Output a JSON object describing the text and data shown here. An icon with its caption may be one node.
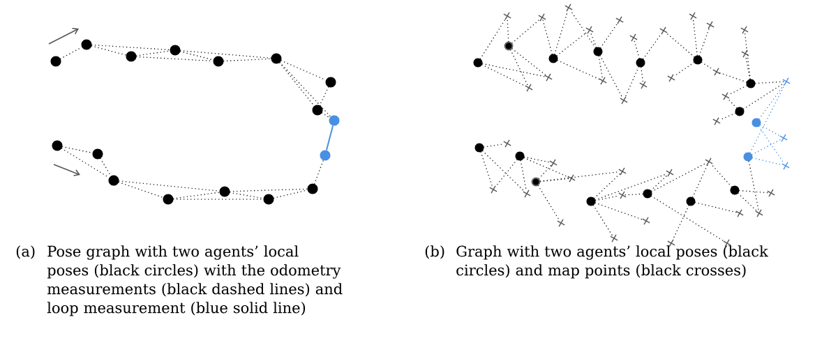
{
  "diagram": {
    "nodes": [
      {
        "text": [],
        "shape": "circle"
      },
      {
        "text": [],
        "shape": "circle"
      },
      {
        "text": [],
        "shape": "circle"
      },
      {
        "text": [],
        "shape": "circle"
      },
      {
        "text": [],
        "shape": "circle"
      },
      {
        "text": [],
        "shape": "circle"
      },
      {
        "text": [],
        "shape": "circle"
      },
      {
        "text": [],
        "shape": "circle"
      },
      {
        "text": [],
        "shape": "circle"
      },
      {
        "text": [],
        "shape": "circle"
      },
      {
        "text": [],
        "shape": "circle"
      },
      {
        "text": [],
        "shape": "circle"
      },
      {
        "text": [],
        "shape": "circle"
      },
      {
        "text": [],
        "shape": "circle"
      },
      {
        "text": [],
        "shape": "circle"
      },
      {
        "text": [],
        "shape": "circle"
      },
      {
        "text": [],
        "shape": "circle"
      },
      {
        "text": [],
        "shape": "circle"
      },
      {
        "text": [],
        "shape": "ring"
      },
      {
        "text": [],
        "shape": "circle"
      },
      {
        "text": [],
        "shape": "circle"
      },
      {
        "text": [],
        "shape": "circle"
      },
      {
        "text": [],
        "shape": "circle"
      },
      {
        "text": [],
        "shape": "circle"
      },
      {
        "text": [],
        "shape": "circle"
      },
      {
        "text": [],
        "shape": "circle"
      },
      {
        "text": [],
        "shape": "circle"
      },
      {
        "text": [],
        "shape": "circle"
      },
      {
        "text": [],
        "shape": "circle"
      },
      {
        "text": [],
        "shape": "ring"
      },
      {
        "text": [],
        "shape": "circle"
      },
      {
        "text": [],
        "shape": "circle"
      },
      {
        "text": [],
        "shape": "circle"
      },
      {
        "text": [],
        "shape": "circle"
      },
      {
        "text": [],
        "shape": "cross"
      },
      {
        "text": [],
        "shape": "cross"
      },
      {
        "text": [],
        "shape": "cross"
      },
      {
        "text": [],
        "shape": "cross"
      },
      {
        "text": [],
        "shape": "cross"
      },
      {
        "text": [],
        "shape": "cross"
      },
      {
        "text": [],
        "shape": "cross"
      },
      {
        "text": [],
        "shape": "cross"
      },
      {
        "text": [],
        "shape": "cross"
      },
      {
        "text": [],
        "shape": "cross"
      },
      {
        "text": [],
        "shape": "cross"
      },
      {
        "text": [],
        "shape": "cross"
      },
      {
        "text": [],
        "shape": "cross"
      },
      {
        "text": [],
        "shape": "cross"
      },
      {
        "text": [],
        "shape": "cross"
      },
      {
        "text": [],
        "shape": "cross"
      },
      {
        "text": [],
        "shape": "cross"
      },
      {
        "text": [],
        "shape": "cross"
      },
      {
        "text": [],
        "shape": "cross"
      },
      {
        "text": [],
        "shape": "cross"
      },
      {
        "text": [],
        "shape": "cross"
      },
      {
        "text": [],
        "shape": "cross"
      },
      {
        "text": [],
        "shape": "cross"
      },
      {
        "text": [],
        "shape": "cross"
      },
      {
        "text": [],
        "shape": "cross"
      },
      {
        "text": [],
        "shape": "cross"
      },
      {
        "text": [],
        "shape": "cross"
      },
      {
        "text": [],
        "shape": "cross"
      },
      {
        "text": [],
        "shape": "cross"
      },
      {
        "text": [],
        "shape": "cross"
      },
      {
        "text": [],
        "shape": "cross"
      },
      {
        "text": [],
        "shape": "cross"
      },
      {
        "text": [],
        "shape": "cross"
      },
      {
        "text": [],
        "shape": "cross"
      },
      {
        "text": [],
        "shape": "cross"
      },
      {
        "text": [],
        "shape": "cross"
      },
      {
        "text": [],
        "shape": "cross"
      },
      {
        "text": [],
        "shape": "cross"
      },
      {
        "text": [],
        "shape": "cross"
      },
      {
        "text": [],
        "shape": "cross"
      }
    ],
    "edges": [
      {
        "from": 0,
        "to": 1,
        "arrow": "none",
        "style": "dashed"
      },
      {
        "from": 1,
        "to": 2,
        "arrow": "none",
        "style": "dashed"
      },
      {
        "from": 1,
        "to": 3,
        "arrow": "none",
        "style": "dashed"
      },
      {
        "from": 2,
        "to": 3,
        "arrow": "none",
        "style": "dashed"
      },
      {
        "from": 2,
        "to": 4,
        "arrow": "none",
        "style": "dashed"
      },
      {
        "from": 3,
        "to": 4,
        "arrow": "none",
        "style": "dashed"
      },
      {
        "from": 3,
        "to": 5,
        "arrow": "none",
        "style": "dashed"
      },
      {
        "from": 4,
        "to": 5,
        "arrow": "none",
        "style": "dashed"
      },
      {
        "from": 5,
        "to": 6,
        "arrow": "none",
        "style": "dashed"
      },
      {
        "from": 5,
        "to": 7,
        "arrow": "none",
        "style": "dashed"
      },
      {
        "from": 5,
        "to": 8,
        "arrow": "none",
        "style": "dashed"
      },
      {
        "from": 6,
        "to": 7,
        "arrow": "none",
        "style": "dashed"
      },
      {
        "from": 7,
        "to": 8,
        "arrow": "none",
        "style": "dashed"
      },
      {
        "from": 8,
        "to": 9,
        "arrow": "none",
        "color": "#4a90e2"
      },
      {
        "from": 10,
        "to": 11,
        "arrow": "none",
        "style": "dashed"
      },
      {
        "from": 10,
        "to": 12,
        "arrow": "none",
        "style": "dashed"
      },
      {
        "from": 11,
        "to": 12,
        "arrow": "none",
        "style": "dashed"
      },
      {
        "from": 12,
        "to": 13,
        "arrow": "none",
        "style": "dashed"
      },
      {
        "from": 12,
        "to": 14,
        "arrow": "none",
        "style": "dashed"
      },
      {
        "from": 13,
        "to": 14,
        "arrow": "none",
        "style": "dashed"
      },
      {
        "from": 13,
        "to": 15,
        "arrow": "none",
        "style": "dashed"
      },
      {
        "from": 14,
        "to": 15,
        "arrow": "none",
        "style": "dashed"
      },
      {
        "from": 14,
        "to": 16,
        "arrow": "none",
        "style": "dashed"
      },
      {
        "from": 15,
        "to": 16,
        "arrow": "none",
        "style": "dashed"
      },
      {
        "from": 16,
        "to": 9,
        "arrow": "none",
        "style": "dashed"
      },
      {
        "from": 17,
        "to": 34,
        "arrow": "none",
        "style": "dashed"
      },
      {
        "from": 17,
        "to": 40,
        "arrow": "none",
        "style": "dashed"
      },
      {
        "from": 17,
        "to": 41,
        "arrow": "none",
        "style": "dashed"
      },
      {
        "from": 18,
        "to": 34,
        "arrow": "none",
        "style": "dashed"
      },
      {
        "from": 18,
        "to": 35,
        "arrow": "none",
        "style": "dashed"
      },
      {
        "from": 18,
        "to": 40,
        "arrow": "none",
        "style": "dashed"
      },
      {
        "from": 18,
        "to": 41,
        "arrow": "none",
        "style": "dashed"
      },
      {
        "from": 19,
        "to": 35,
        "arrow": "none",
        "style": "dashed"
      },
      {
        "from": 19,
        "to": 36,
        "arrow": "none",
        "style": "dashed"
      },
      {
        "from": 19,
        "to": 37,
        "arrow": "none",
        "style": "dashed"
      },
      {
        "from": 19,
        "to": 42,
        "arrow": "none",
        "style": "dashed"
      },
      {
        "from": 20,
        "to": 36,
        "arrow": "none",
        "style": "dashed"
      },
      {
        "from": 20,
        "to": 37,
        "arrow": "none",
        "style": "dashed"
      },
      {
        "from": 20,
        "to": 38,
        "arrow": "none",
        "style": "dashed"
      },
      {
        "from": 20,
        "to": 42,
        "arrow": "none",
        "style": "dashed"
      },
      {
        "from": 20,
        "to": 43,
        "arrow": "none",
        "style": "dashed"
      },
      {
        "from": 21,
        "to": 39,
        "arrow": "none",
        "style": "dashed"
      },
      {
        "from": 21,
        "to": 43,
        "arrow": "none",
        "style": "dashed"
      },
      {
        "from": 21,
        "to": 44,
        "arrow": "none",
        "style": "dashed"
      },
      {
        "from": 21,
        "to": 45,
        "arrow": "none",
        "style": "dashed"
      },
      {
        "from": 22,
        "to": 45,
        "arrow": "none",
        "style": "dashed"
      },
      {
        "from": 22,
        "to": 46,
        "arrow": "none",
        "style": "dashed"
      },
      {
        "from": 22,
        "to": 47,
        "arrow": "none",
        "style": "dashed"
      },
      {
        "from": 22,
        "to": 50,
        "arrow": "none",
        "style": "dashed"
      },
      {
        "from": 22,
        "to": 51,
        "arrow": "none",
        "style": "dashed"
      },
      {
        "from": 23,
        "to": 48,
        "arrow": "none",
        "style": "dashed"
      },
      {
        "from": 23,
        "to": 49,
        "arrow": "none",
        "style": "dashed"
      },
      {
        "from": 23,
        "to": 52,
        "arrow": "none",
        "style": "dashed"
      },
      {
        "from": 23,
        "to": 54,
        "arrow": "none",
        "style": "dashed"
      },
      {
        "from": 23,
        "to": 50,
        "arrow": "none",
        "style": "dashed"
      },
      {
        "from": 24,
        "to": 53,
        "arrow": "none",
        "style": "dashed"
      },
      {
        "from": 24,
        "to": 52,
        "arrow": "none",
        "style": "dashed"
      },
      {
        "from": 24,
        "to": 54,
        "arrow": "none",
        "style": "dashed"
      },
      {
        "from": 25,
        "to": 54,
        "arrow": "none",
        "style": "dashed",
        "color": "#4a90e2"
      },
      {
        "from": 25,
        "to": 55,
        "arrow": "none",
        "style": "dashed",
        "color": "#4a90e2"
      },
      {
        "from": 25,
        "to": 56,
        "arrow": "none",
        "style": "dashed",
        "color": "#4a90e2"
      },
      {
        "from": 26,
        "to": 54,
        "arrow": "none",
        "style": "dashed",
        "color": "#4a90e2"
      },
      {
        "from": 26,
        "to": 55,
        "arrow": "none",
        "style": "dashed",
        "color": "#4a90e2"
      },
      {
        "from": 26,
        "to": 56,
        "arrow": "none",
        "style": "dashed",
        "color": "#4a90e2"
      },
      {
        "from": 26,
        "to": 70,
        "arrow": "none",
        "style": "dashed"
      },
      {
        "from": 27,
        "to": 57,
        "arrow": "none",
        "style": "dashed"
      },
      {
        "from": 27,
        "to": 60,
        "arrow": "none",
        "style": "dashed"
      },
      {
        "from": 27,
        "to": 61,
        "arrow": "none",
        "style": "dashed"
      },
      {
        "from": 28,
        "to": 58,
        "arrow": "none",
        "style": "dashed"
      },
      {
        "from": 28,
        "to": 59,
        "arrow": "none",
        "style": "dashed"
      },
      {
        "from": 28,
        "to": 60,
        "arrow": "none",
        "style": "dashed"
      },
      {
        "from": 28,
        "to": 61,
        "arrow": "none",
        "style": "dashed"
      },
      {
        "from": 29,
        "to": 58,
        "arrow": "none",
        "style": "dashed"
      },
      {
        "from": 29,
        "to": 59,
        "arrow": "none",
        "style": "dashed"
      },
      {
        "from": 29,
        "to": 62,
        "arrow": "none",
        "style": "dashed"
      },
      {
        "from": 29,
        "to": 64,
        "arrow": "none",
        "style": "dashed"
      },
      {
        "from": 30,
        "to": 62,
        "arrow": "none",
        "style": "dashed"
      },
      {
        "from": 30,
        "to": 63,
        "arrow": "none",
        "style": "dashed"
      },
      {
        "from": 30,
        "to": 65,
        "arrow": "none",
        "style": "dashed"
      },
      {
        "from": 30,
        "to": 66,
        "arrow": "none",
        "style": "dashed"
      },
      {
        "from": 30,
        "to": 67,
        "arrow": "none",
        "style": "dashed"
      },
      {
        "from": 31,
        "to": 63,
        "arrow": "none",
        "style": "dashed"
      },
      {
        "from": 31,
        "to": 67,
        "arrow": "none",
        "style": "dashed"
      },
      {
        "from": 31,
        "to": 68,
        "arrow": "none",
        "style": "dashed"
      },
      {
        "from": 31,
        "to": 73,
        "arrow": "none",
        "style": "dashed"
      },
      {
        "from": 32,
        "to": 68,
        "arrow": "none",
        "style": "dashed"
      },
      {
        "from": 32,
        "to": 71,
        "arrow": "none",
        "style": "dashed"
      },
      {
        "from": 32,
        "to": 72,
        "arrow": "none",
        "style": "dashed"
      },
      {
        "from": 33,
        "to": 68,
        "arrow": "none",
        "style": "dashed"
      },
      {
        "from": 33,
        "to": 69,
        "arrow": "none",
        "style": "dashed"
      },
      {
        "from": 33,
        "to": 70,
        "arrow": "none",
        "style": "dashed"
      }
    ],
    "labels": [
      "(a)",
      "Pose graph with two agents’ local poses (black circles) with the odometry measurements (black dashed lines) and loop measurement (blue solid line)",
      "(b)",
      "Graph with two agents’ local poses (black circles) and map points (black crosses)"
    ]
  }
}
